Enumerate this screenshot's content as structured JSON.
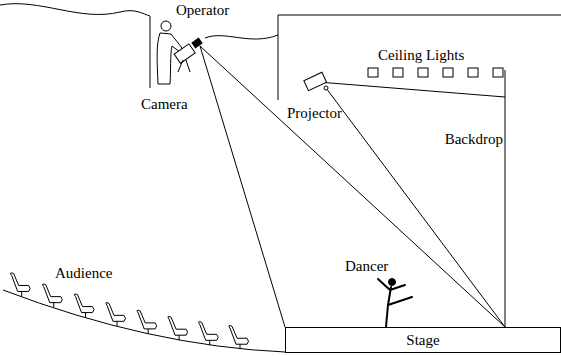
{
  "diagram": {
    "nodes": [
      {
        "text": [
          "Stage"
        ]
      }
    ],
    "labels": [
      "Operator",
      "Camera",
      "Ceiling Lights",
      "Projector",
      "Backdrop",
      "Dancer",
      "Audience"
    ]
  }
}
